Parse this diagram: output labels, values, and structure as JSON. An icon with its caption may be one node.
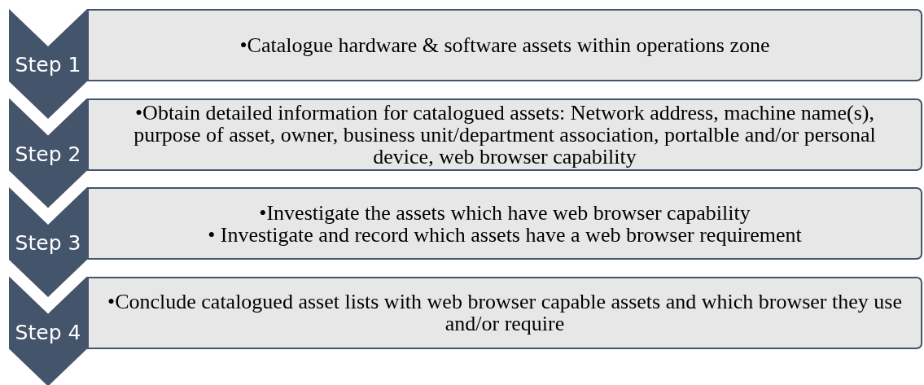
{
  "diagram": {
    "nodes": [
      {
        "text": [
          "Step 1"
        ]
      },
      {
        "text": [
          "•Catalogue hardware & software assets within operations zone"
        ]
      },
      {
        "text": [
          "Step 2"
        ]
      },
      {
        "text": [
          "•Obtain detailed information for catalogued assets: Network address, machine name(s), purpose of asset, owner, business unit/department association, portalble and/or personal device, web browser capability"
        ]
      },
      {
        "text": [
          "Step 3"
        ]
      },
      {
        "text": [
          "•Investigate the assets which have web browser capability",
          "• Investigate and record which assets have a web browser requirement"
        ]
      },
      {
        "text": [
          "Step 4"
        ]
      },
      {
        "text": [
          "•Conclude catalogued asset lists with web browser capable assets and which browser they use and/or require"
        ]
      }
    ]
  }
}
